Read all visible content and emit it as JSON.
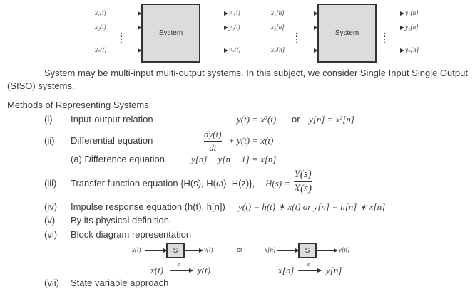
{
  "diagram_ct": {
    "box_label": "System",
    "inputs": [
      "x₁(t)",
      "x₂(t)",
      "xₙ(t)"
    ],
    "outputs": [
      "y₁(t)",
      "y₂(t)",
      "yₙ(t)"
    ]
  },
  "diagram_dt": {
    "box_label": "System",
    "inputs": [
      "x₁[n]",
      "x₂[n]",
      "xₙ[n]"
    ],
    "outputs": [
      "y₁[n]",
      "y₂[n]",
      "yₙ[n]"
    ]
  },
  "paragraph": {
    "line1": "System may be multi-input multi-output systems. In this subject, we consider Single Input Single Output",
    "line2": "(SISO) systems."
  },
  "methods_heading": "Methods of Representing Systems:",
  "methods": [
    {
      "num": "(i)",
      "label": "Input-output relation",
      "eq1": "y(t) = x²(t)",
      "or": "or",
      "eq2": "y[n] = x²[n]"
    },
    {
      "num": "(ii)",
      "label": "Differential equation",
      "num_expr": "dy(t)",
      "den_expr": "dt",
      "rest": "+ y(t) = x(t)",
      "sub_label": "(a)  Difference equation",
      "sub_eq": "y[n] − y[n − 1] = x[n]"
    },
    {
      "num": "(iii)",
      "label": "Transfer function equation {H(s), H(ω), H(z)},",
      "lhs": "H(s) =",
      "num_expr": "Y(s)",
      "den_expr": "X(s)"
    },
    {
      "num": "(iv)",
      "label": "Impulse response equation (h(t), h[n])",
      "eq": "y(t) = h(t) ∗ x(t) or y[n] = h[n] ∗ x[n]"
    },
    {
      "num": "(v)",
      "label": "By its physical definition."
    },
    {
      "num": "(vi)",
      "label": "Block diagram representation"
    },
    {
      "num": "(vii)",
      "label": "State variable approach"
    }
  ],
  "block_diagram": {
    "ct_in": "x(t)",
    "ct_out": "y(t)",
    "dt_in": "x[n]",
    "dt_out": "y[n]",
    "block": "S",
    "or": "or",
    "ct_map_in": "x(t)",
    "ct_map_out": "y(t)",
    "dt_map_in": "x[n]",
    "dt_map_out": "y[n]",
    "arrow_label": "s"
  }
}
